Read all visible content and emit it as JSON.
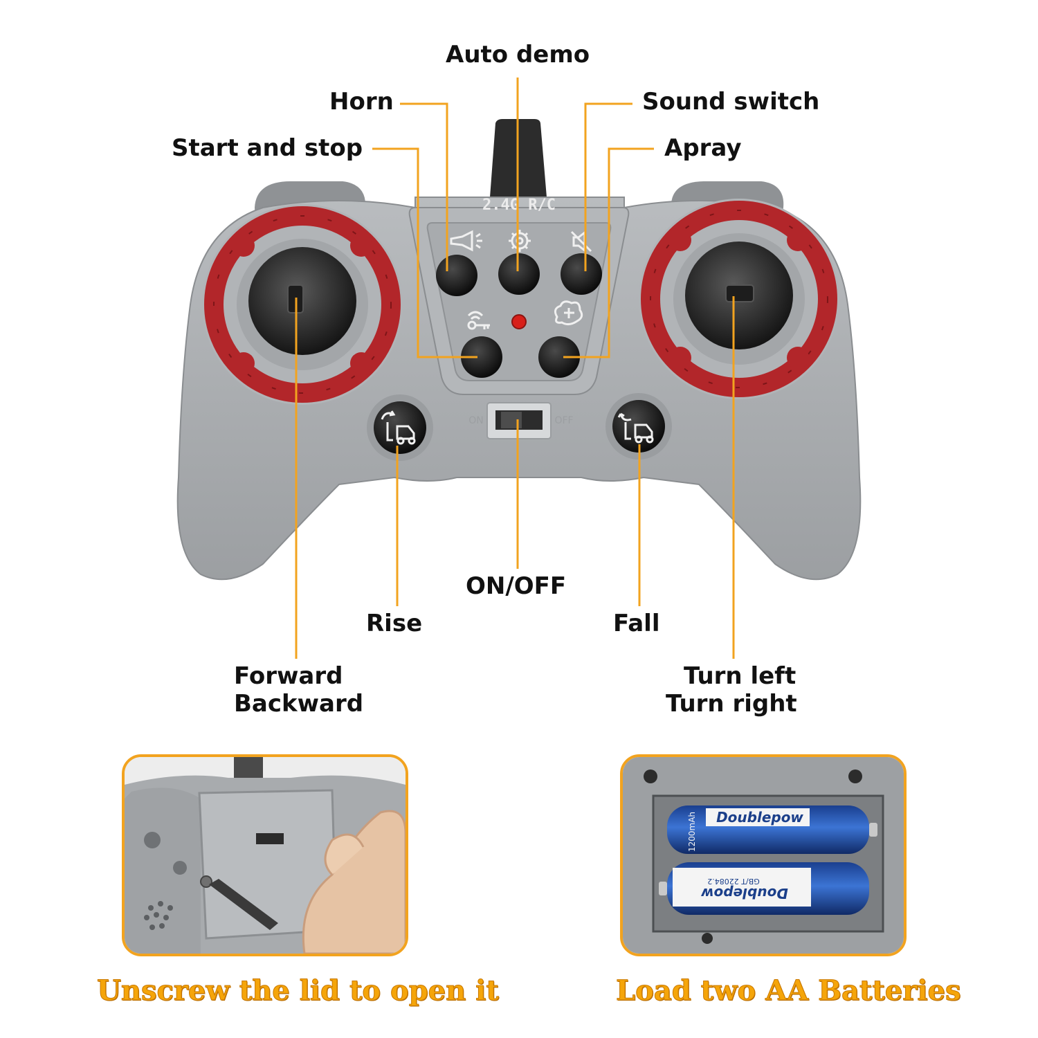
{
  "header": {
    "remote_text": "2.4G R/C"
  },
  "switch": {
    "on": "ON",
    "off": "OFF"
  },
  "labels": {
    "auto_demo": "Auto demo",
    "horn": "Horn",
    "sound_switch": "Sound switch",
    "start_stop": "Start and stop",
    "apray": "Apray",
    "on_off": "ON/OFF",
    "rise": "Rise",
    "fall": "Fall",
    "forward": "Forward",
    "backward": "Backward",
    "turn_left": "Turn left",
    "turn_right": "Turn right"
  },
  "battery": {
    "brand": "Doublepow",
    "capacity": "1200mAh",
    "standard": "GB/T 22084.2"
  },
  "captions": {
    "unscrew": "Unscrew the lid to open it",
    "load": "Load two AA Batteries"
  },
  "colors": {
    "leader_line": "#f2a31f",
    "accent_red": "#b2262a",
    "body_grey": "#a9acaf",
    "caption": "#f5a50a"
  },
  "icons": [
    "horn-icon",
    "gear-icon",
    "mute-icon",
    "engine-start-icon",
    "spray-icon",
    "forklift-rise-icon",
    "forklift-fall-icon"
  ]
}
